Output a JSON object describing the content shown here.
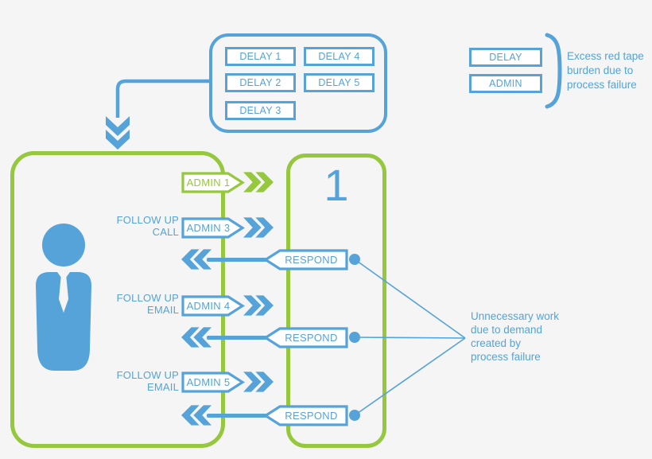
{
  "colors": {
    "blue": "#55A3D9",
    "green": "#95C83D",
    "background": "#F5F5F5"
  },
  "icons": {
    "person": "businessman-silhouette",
    "forward": "double-chevron-right",
    "back": "double-chevron-left",
    "down": "double-chevron-down",
    "bracket": "closing-bracket"
  },
  "delay_panel": {
    "delays": [
      "DELAY 1",
      "DELAY 2",
      "DELAY 3",
      "DELAY 4",
      "DELAY 5"
    ]
  },
  "legend": {
    "delay_label": "DELAY",
    "admin_label": "ADMIN",
    "note": {
      "lines": [
        "Excess red tape",
        "burden due to",
        "process failure"
      ]
    }
  },
  "process": {
    "number": "1"
  },
  "flow": {
    "admin1_label": "ADMIN 1",
    "rows": [
      {
        "context": [
          "FOLLOW UP",
          "CALL"
        ],
        "admin": "ADMIN 3",
        "respond": "RESPOND"
      },
      {
        "context": [
          "FOLLOW UP",
          "EMAIL"
        ],
        "admin": "ADMIN 4",
        "respond": "RESPOND"
      },
      {
        "context": [
          "FOLLOW UP",
          "EMAIL"
        ],
        "admin": "ADMIN 5",
        "respond": "RESPOND"
      }
    ]
  },
  "annotations": {
    "unnecessary": {
      "lines": [
        "Unnecessary work",
        "due to demand",
        "created by",
        "process failure"
      ]
    }
  }
}
